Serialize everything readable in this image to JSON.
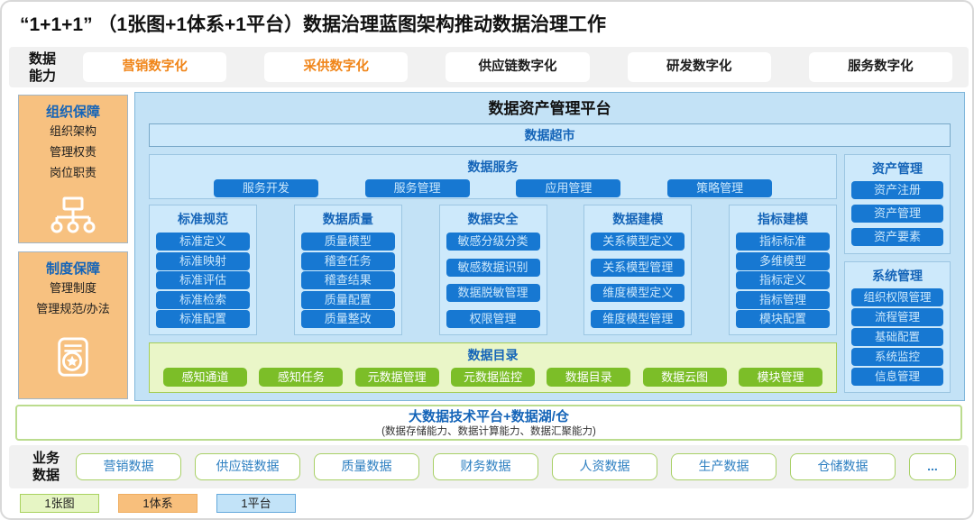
{
  "page": {
    "title": "“1+1+1” （1张图+1体系+1平台）数据治理蓝图架构推动数据治理工作"
  },
  "capability_row": {
    "label": "数据能力",
    "items": [
      {
        "label": "营销数字化",
        "highlight": true
      },
      {
        "label": "采供数字化",
        "highlight": true
      },
      {
        "label": "供应链数字化",
        "highlight": false
      },
      {
        "label": "研发数字化",
        "highlight": false
      },
      {
        "label": "服务数字化",
        "highlight": false
      }
    ]
  },
  "sidebar": {
    "org": {
      "title": "组织保障",
      "items": [
        "组织架构",
        "管理权责",
        "岗位职责"
      ],
      "icon": "org-chart-icon"
    },
    "policy": {
      "title": "制度保障",
      "items": [
        "管理制度",
        "管理规范/办法"
      ],
      "icon": "certificate-icon"
    }
  },
  "platform": {
    "title": "数据资产管理平台",
    "market": "数据超市",
    "services": {
      "title": "数据服务",
      "items": [
        "服务开发",
        "服务管理",
        "应用管理",
        "策略管理"
      ]
    },
    "columns": [
      {
        "title": "标准规范",
        "items": [
          "标准定义",
          "标准映射",
          "标准评估",
          "标准检索",
          "标准配置"
        ]
      },
      {
        "title": "数据质量",
        "items": [
          "质量模型",
          "稽查任务",
          "稽查结果",
          "质量配置",
          "质量整改"
        ]
      },
      {
        "title": "数据安全",
        "items": [
          "敏感分级分类",
          "敏感数据识别",
          "数据脱敏管理",
          "权限管理"
        ]
      },
      {
        "title": "数据建模",
        "items": [
          "关系模型定义",
          "关系模型管理",
          "维度模型定义",
          "维度模型管理"
        ]
      },
      {
        "title": "指标建模",
        "items": [
          "指标标准",
          "多维模型",
          "指标定义",
          "指标管理",
          "模块配置"
        ]
      }
    ],
    "catalog": {
      "title": "数据目录",
      "items": [
        "感知通道",
        "感知任务",
        "元数据管理",
        "元数据监控",
        "数据目录",
        "数据云图",
        "模块管理"
      ]
    },
    "asset": {
      "title": "资产管理",
      "items": [
        "资产注册",
        "资产管理",
        "资产要素"
      ]
    },
    "system": {
      "title": "系统管理",
      "items": [
        "组织权限管理",
        "流程管理",
        "基础配置",
        "系统监控",
        "信息管理"
      ]
    }
  },
  "bigdata": {
    "title": "大数据技术平台+数据湖/仓",
    "subtitle": "(数据存储能力、数据计算能力、数据汇聚能力)"
  },
  "business_row": {
    "label": "业务数据",
    "items": [
      "营销数据",
      "供应链数据",
      "质量数据",
      "财务数据",
      "人资数据",
      "生产数据",
      "仓储数据",
      "..."
    ]
  },
  "legend": {
    "map": "1张图",
    "system": "1体系",
    "platform": "1平台"
  },
  "colors": {
    "accent_blue": "#1778d2",
    "heading_blue": "#1464b8",
    "panel_blue": "#c3e2f6",
    "sub_panel_blue": "#cde9fb",
    "sidebar_orange": "#f7c180",
    "green_button": "#7cbe28",
    "catalog_green_bg": "#eaf6c8",
    "highlight_orange": "#f08519",
    "strip_gray": "#f1f1f1"
  }
}
